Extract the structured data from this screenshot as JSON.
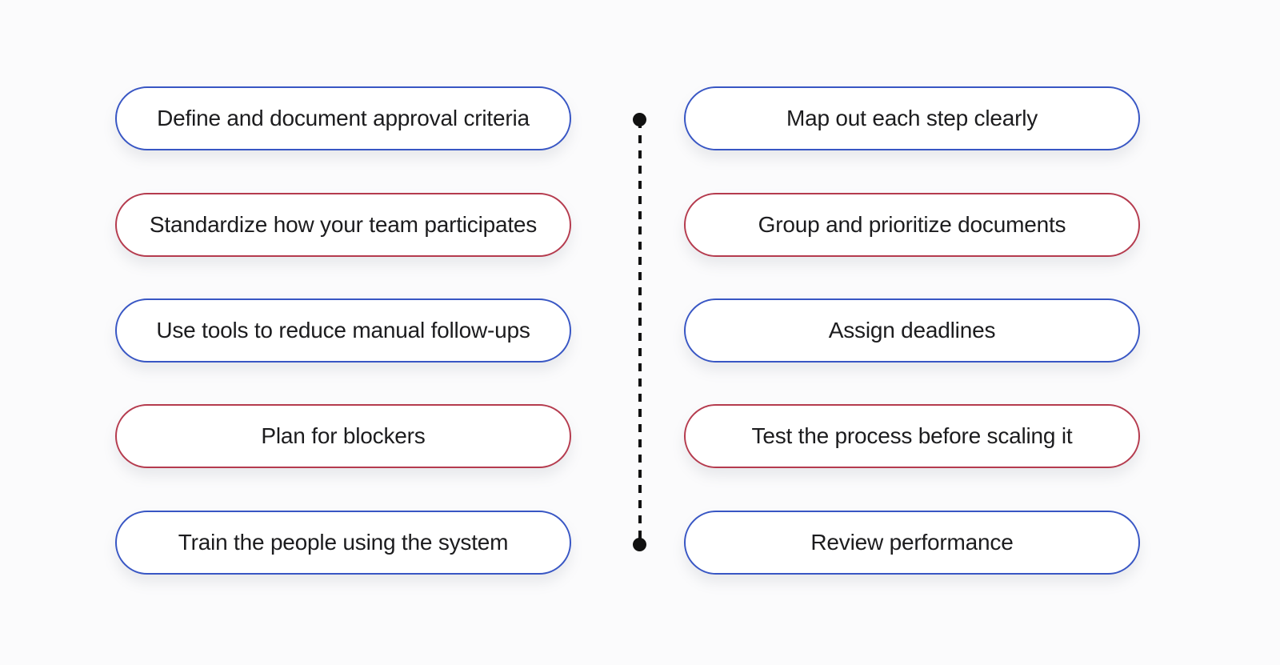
{
  "colors": {
    "blue": "#3856C4",
    "red": "#B53B4E",
    "connector": "#111111",
    "text": "#1C1C1E",
    "pill_bg": "#FFFFFF"
  },
  "left_column": {
    "items": [
      {
        "label": "Define and document approval criteria",
        "variant": "blue"
      },
      {
        "label": "Standardize how your team participates",
        "variant": "red"
      },
      {
        "label": "Use tools to reduce manual follow-ups",
        "variant": "blue"
      },
      {
        "label": "Plan for blockers",
        "variant": "red"
      },
      {
        "label": "Train the people using the system",
        "variant": "blue"
      }
    ]
  },
  "right_column": {
    "items": [
      {
        "label": "Map out each step clearly",
        "variant": "blue"
      },
      {
        "label": "Group and prioritize documents",
        "variant": "red"
      },
      {
        "label": "Assign deadlines",
        "variant": "blue"
      },
      {
        "label": "Test the process before scaling it",
        "variant": "red"
      },
      {
        "label": "Review performance",
        "variant": "blue"
      }
    ]
  },
  "connector": {
    "style": "vertical dashed line",
    "endpoints": "filled circular dots (top and bottom)"
  }
}
